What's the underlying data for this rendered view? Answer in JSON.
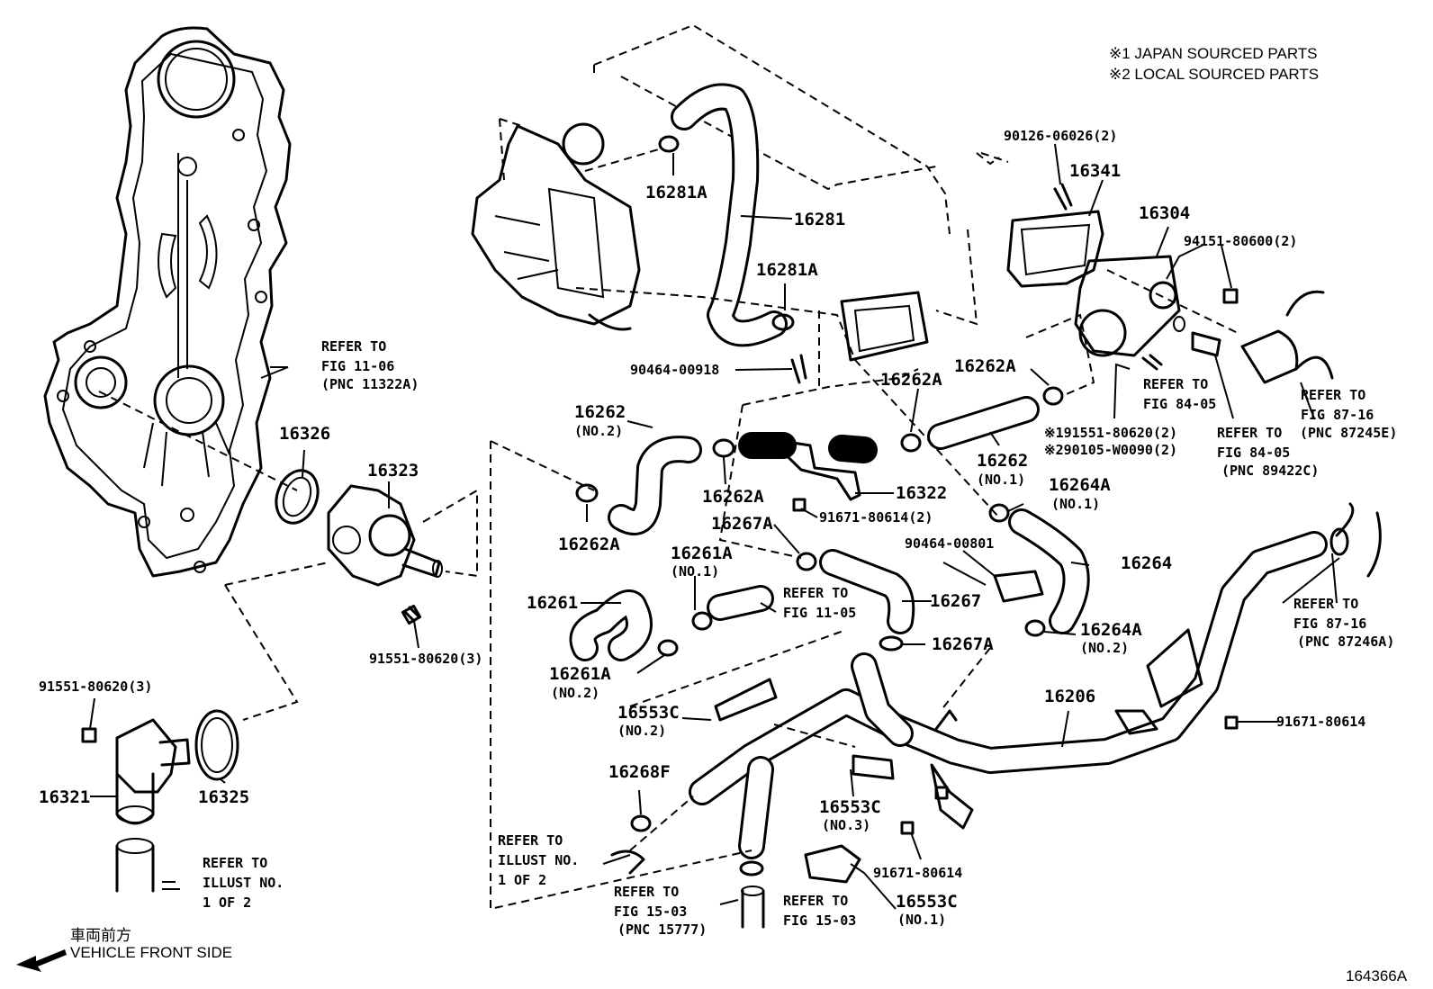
{
  "notes": {
    "line1": "※1 JAPAN SOURCED PARTS",
    "line2": "※2 LOCAL SOURCED PARTS"
  },
  "parts": {
    "p16281A_top": "16281A",
    "p16281": "16281",
    "p16281A_mid": "16281A",
    "p90464_00918": "90464-00918",
    "p90126": "90126-06026(2)",
    "p16341": "16341",
    "p16304": "16304",
    "p94151": "94151-80600(2)",
    "p16262A_right": "16262A",
    "p16262A_center": "16262A",
    "p16262_no1": "16262",
    "p16262_no1_sub": "(NO.1)",
    "p191551": "※191551-80620(2)",
    "p290105": "※290105-W0090(2)",
    "p16262_no2": "16262",
    "p16262_no2_sub": "(NO.2)",
    "p16262A_mid": "16262A",
    "p16322": "16322",
    "p91671_80614_2": "91671-80614(2)",
    "p16264A_no1": "16264A",
    "p16264A_no1_sub": "(NO.1)",
    "p16262A_left": "16262A",
    "p16267A_top": "16267A",
    "p90464_00801": "90464-00801",
    "p16264": "16264",
    "p16261A_no1": "16261A",
    "p16261A_no1_sub": "(NO.1)",
    "p16261": "16261",
    "p16267": "16267",
    "p16264A_no2": "16264A",
    "p16264A_no2_sub": "(NO.2)",
    "p16267A_low": "16267A",
    "p16261A_no2": "16261A",
    "p16261A_no2_sub": "(NO.2)",
    "p16553C_no2": "16553C",
    "p16553C_no2_sub": "(NO.2)",
    "p16206": "16206",
    "p91671_80614_r": "91671-80614",
    "p16326": "16326",
    "p16323": "16323",
    "p91551_80620_3a": "91551-80620(3)",
    "p91551_80620_3b": "91551-80620(3)",
    "p16321": "16321",
    "p16325": "16325",
    "p16268F": "16268F",
    "p16553C_no3": "16553C",
    "p16553C_no3_sub": "(NO.3)",
    "p91671_80614_b": "91671-80614",
    "p16553C_no1": "16553C",
    "p16553C_no1_sub": "(NO.1)"
  },
  "refs": {
    "fig1106_a": "REFER TO",
    "fig1106_b": "FIG 11-06",
    "fig1106_c": "(PNC 11322A)",
    "fig8405a_a": "REFER TO",
    "fig8405a_b": "FIG 84-05",
    "fig8405b_a": "REFER TO",
    "fig8405b_b": "FIG 84-05",
    "fig8405b_c": "(PNC 89422C)",
    "fig8716a_a": "REFER TO",
    "fig8716a_b": "FIG 87-16",
    "fig8716a_c": "(PNC 87245E)",
    "fig1105_a": "REFER TO",
    "fig1105_b": "FIG 11-05",
    "fig8716b_a": "REFER TO",
    "fig8716b_b": "FIG 87-16",
    "fig8716b_c": "(PNC 87246A)",
    "illust_left_a": "REFER TO",
    "illust_left_b": "ILLUST NO.",
    "illust_left_c": "1 OF 2",
    "illust_mid_a": "REFER TO",
    "illust_mid_b": "ILLUST NO.",
    "illust_mid_c": "1 OF 2",
    "fig1503a_a": "REFER TO",
    "fig1503a_b": "FIG 15-03",
    "fig1503a_c": "(PNC 15777)",
    "fig1503b_a": "REFER TO",
    "fig1503b_b": "FIG 15-03"
  },
  "front": {
    "jp": "車両前方",
    "en": "VEHICLE FRONT SIDE"
  },
  "figure_id": "164366A"
}
